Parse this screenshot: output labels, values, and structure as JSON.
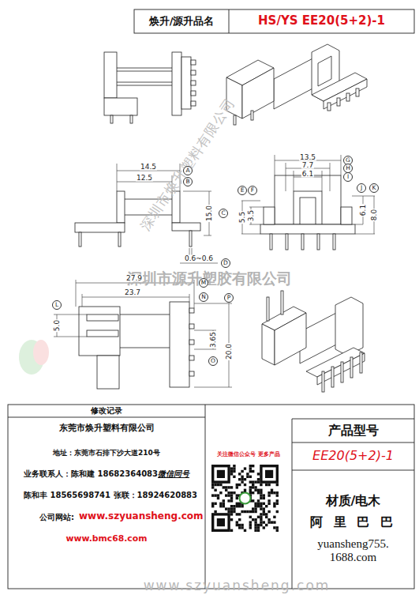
{
  "diagram": {
    "nodes": [
      {
        "text": [
          "焕升/源升品名"
        ]
      },
      {
        "text": [
          "HS/YS EE20(5+2)-1"
        ]
      },
      {
        "text": [
          "A"
        ]
      },
      {
        "text": [
          "B"
        ]
      },
      {
        "text": [
          "C"
        ]
      },
      {
        "text": [
          "D"
        ]
      },
      {
        "text": [
          "G"
        ]
      },
      {
        "text": [
          "H"
        ]
      },
      {
        "text": [
          "I"
        ]
      },
      {
        "text": [
          "E"
        ]
      },
      {
        "text": [
          "F"
        ]
      },
      {
        "text": [
          "J"
        ]
      },
      {
        "text": [
          "K"
        ]
      },
      {
        "text": [
          "M"
        ]
      },
      {
        "text": [
          "N"
        ]
      },
      {
        "text": [
          "L"
        ]
      },
      {
        "text": [
          "P"
        ]
      },
      {
        "text": [
          "O"
        ]
      },
      {
        "text": [
          "修改记录"
        ]
      },
      {
        "text": [
          "东莞市焕升塑料有限公司",
          "地址：东莞市石排下沙大道210号",
          "业务联系人：陈和建 18682364083",
          "微信同号",
          "陈和丰 18565698741 张联：18924620883",
          "公司网站:",
          "www.szyuansheng.com",
          "www.bmc68.com"
        ]
      },
      {
        "text": [
          "关注微信公众号 更多产品"
        ]
      },
      {
        "text": [
          "产品型号"
        ]
      },
      {
        "text": [
          "EE20(5+2)-1"
        ]
      },
      {
        "text": [
          "材质/电木",
          "阿 里 巴 巴",
          "yuansheng755. 1688.com"
        ]
      }
    ],
    "labels": [
      "13.5",
      "7.7",
      "6.1",
      "14.5",
      "12.5",
      "15.0",
      "0.6~0.6",
      "5.5",
      "3.5",
      "6.1",
      "8.0",
      "27.9",
      "23.7",
      "5.0",
      "3.65",
      "20.0",
      "深圳市源升塑胶有限公司",
      "深圳市焕升塑料有限公司",
      "www.szyuansheng.com"
    ]
  }
}
